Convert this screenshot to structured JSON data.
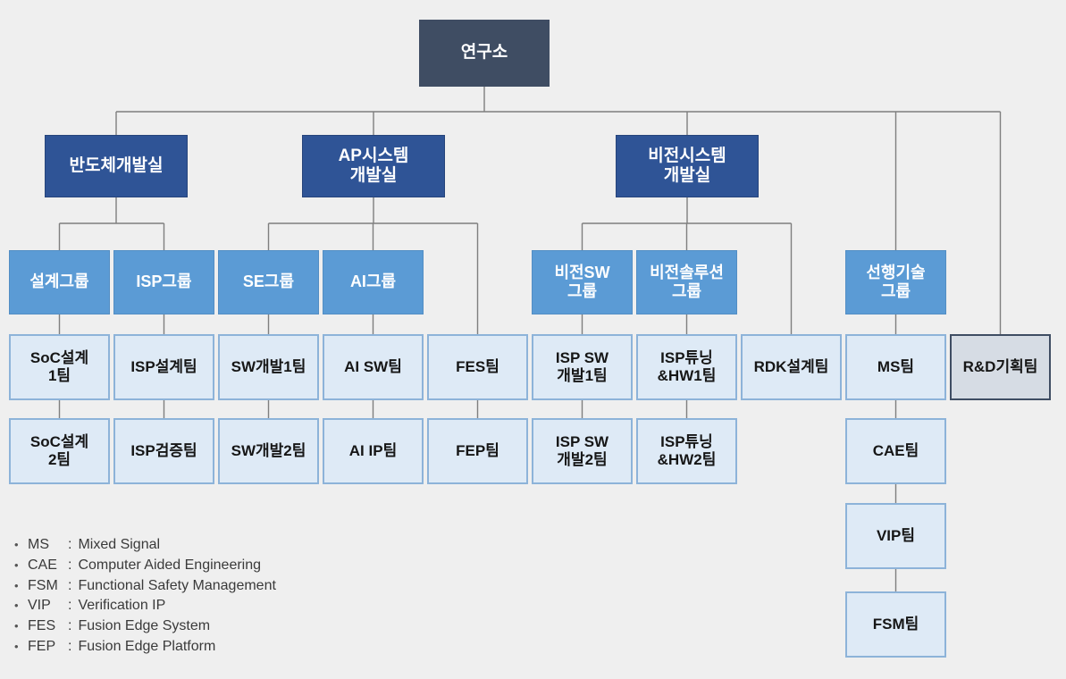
{
  "palette": {
    "background": "#EFEFEF",
    "root_fill": "#3F4D63",
    "dept_fill": "#2F5496",
    "group_fill": "#5B9BD5",
    "team_fill": "#DEEAF6",
    "team_border": "#8DB3D9",
    "special_fill": "#D6DCE4",
    "special_border": "#3F4D63",
    "line_color": "#7F7F7F"
  },
  "nodes": [
    {
      "id": "lab",
      "label": "연구소",
      "type": "root",
      "parent": null
    },
    {
      "id": "semi",
      "label": "반도체개발실",
      "type": "dept",
      "parent": "lab"
    },
    {
      "id": "ap",
      "label": "AP시스템\n개발실",
      "type": "dept",
      "parent": "lab"
    },
    {
      "id": "vision",
      "label": "비전시스템\n개발실",
      "type": "dept",
      "parent": "lab"
    },
    {
      "id": "design-group",
      "label": "설계그룹",
      "type": "group",
      "parent": "semi"
    },
    {
      "id": "isp-group",
      "label": "ISP그룹",
      "type": "group",
      "parent": "semi"
    },
    {
      "id": "se-group",
      "label": "SE그룹",
      "type": "group",
      "parent": "ap"
    },
    {
      "id": "ai-group",
      "label": "AI그룹",
      "type": "group",
      "parent": "ap"
    },
    {
      "id": "vision-sw-group",
      "label": "비전SW\n그룹",
      "type": "group",
      "parent": "vision"
    },
    {
      "id": "vision-sol-group",
      "label": "비전솔루션\n그룹",
      "type": "group",
      "parent": "vision"
    },
    {
      "id": "adv-group",
      "label": "선행기술\n그룹",
      "type": "group",
      "parent": "lab"
    },
    {
      "id": "soc1",
      "label": "SoC설계\n1팀",
      "type": "team",
      "parent": "design-group"
    },
    {
      "id": "isp-design",
      "label": "ISP설계팀",
      "type": "team",
      "parent": "isp-group"
    },
    {
      "id": "sw1",
      "label": "SW개발1팀",
      "type": "team",
      "parent": "se-group"
    },
    {
      "id": "ai-sw",
      "label": "AI SW팀",
      "type": "team",
      "parent": "ai-group"
    },
    {
      "id": "fes",
      "label": "FES팀",
      "type": "team",
      "parent": "ap"
    },
    {
      "id": "isp-sw1",
      "label": "ISP SW\n개발1팀",
      "type": "team",
      "parent": "vision-sw-group"
    },
    {
      "id": "isp-tune1",
      "label": "ISP튜닝\n&HW1팀",
      "type": "team",
      "parent": "vision-sol-group"
    },
    {
      "id": "rdk",
      "label": "RDK설계팀",
      "type": "team",
      "parent": "vision"
    },
    {
      "id": "ms",
      "label": "MS팀",
      "type": "team",
      "parent": "adv-group"
    },
    {
      "id": "rnd-plan",
      "label": "R&D기획팀",
      "type": "team-special",
      "parent": "lab"
    },
    {
      "id": "soc2",
      "label": "SoC설계\n2팀",
      "type": "team",
      "parent": "soc1"
    },
    {
      "id": "isp-verify",
      "label": "ISP검증팀",
      "type": "team",
      "parent": "isp-design"
    },
    {
      "id": "sw2",
      "label": "SW개발2팀",
      "type": "team",
      "parent": "sw1"
    },
    {
      "id": "ai-ip",
      "label": "AI IP팀",
      "type": "team",
      "parent": "ai-sw"
    },
    {
      "id": "fep",
      "label": "FEP팀",
      "type": "team",
      "parent": "fes"
    },
    {
      "id": "isp-sw2",
      "label": "ISP SW\n개발2팀",
      "type": "team",
      "parent": "isp-sw1"
    },
    {
      "id": "isp-tune2",
      "label": "ISP튜닝\n&HW2팀",
      "type": "team",
      "parent": "isp-tune1"
    },
    {
      "id": "cae",
      "label": "CAE팀",
      "type": "team",
      "parent": "ms"
    },
    {
      "id": "vip",
      "label": "VIP팀",
      "type": "team",
      "parent": "cae"
    },
    {
      "id": "fsm",
      "label": "FSM팀",
      "type": "team",
      "parent": "vip"
    }
  ],
  "legend": {
    "separator": ":",
    "items": [
      {
        "abbr": "MS",
        "desc": "Mixed Signal"
      },
      {
        "abbr": "CAE",
        "desc": "Computer Aided Engineering"
      },
      {
        "abbr": "FSM",
        "desc": "Functional Safety Management"
      },
      {
        "abbr": "VIP",
        "desc": "Verification IP"
      },
      {
        "abbr": "FES",
        "desc": "Fusion Edge System"
      },
      {
        "abbr": "FEP",
        "desc": "Fusion Edge Platform"
      }
    ]
  }
}
